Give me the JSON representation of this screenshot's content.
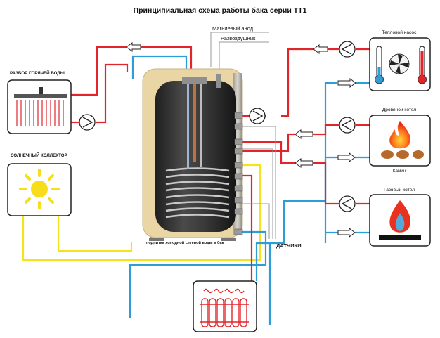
{
  "title": "Принципиальная схема работы бака серии ТТ1",
  "labels": {
    "magnesium_anode": "Магниевый анод",
    "air_vent": "Развоздушник",
    "hot_water": "РАЗБОР ГОРЯЧЕЙ ВОДЫ",
    "solar": "СОЛНЕЧНЫЙ КОЛЛЕКТОР",
    "heat_pump": "Тепловой насос",
    "wood_boiler": "Дровяной котел",
    "fireplace": "Камин",
    "gas_boiler": "Газовый котел",
    "cold_inlet": "подпитка холодной сетевой воды в бак",
    "sensors": "ДАТЧИКИ"
  },
  "colors": {
    "hot_line": "#e0262b",
    "cold_line": "#2e9cd7",
    "solar_line": "#f5e31c",
    "sensor_line": "#9a9a9a",
    "insulation": "#e9d6a4",
    "tank": "#3a3a3a",
    "sun": "#f7dd1a",
    "flame": "#e8321f"
  },
  "icons": [
    "shower-icon",
    "sun-icon",
    "heat-pump-icon",
    "wood-fire-icon",
    "gas-flame-icon",
    "radiator-icon",
    "pump-icon",
    "arrow-icon"
  ]
}
